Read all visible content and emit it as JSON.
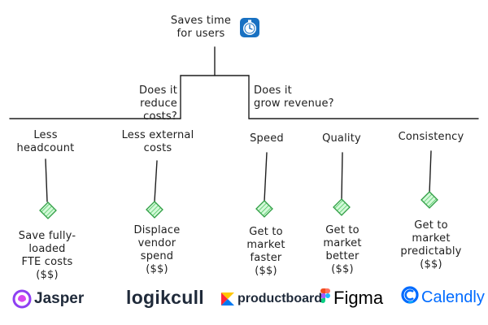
{
  "root": {
    "label": "Saves time\nfor users",
    "icon": "stopwatch-icon"
  },
  "questions": [
    {
      "label": "Does it\nreduce costs?"
    },
    {
      "label": "Does it\ngrow revenue?"
    }
  ],
  "categories": [
    {
      "label": "Less\nheadcount"
    },
    {
      "label": "Less external\ncosts"
    },
    {
      "label": "Speed"
    },
    {
      "label": "Quality"
    },
    {
      "label": "Consistency"
    }
  ],
  "outcomes": [
    {
      "label": "Save fully-\nloaded\nFTE costs\n($$)"
    },
    {
      "label": "Displace\nvendor\nspend\n($$)"
    },
    {
      "label": "Get to\nmarket\nfaster\n($$)"
    },
    {
      "label": "Get to\nmarket\nbetter\n($$)"
    },
    {
      "label": "Get to\nmarket\npredictably\n($$)"
    }
  ],
  "logos": [
    {
      "name": "Jasper",
      "icon": "jasper-logo-icon",
      "color": "#8e3ff2"
    },
    {
      "name": "logikcull",
      "icon": "logikcull-logo-icon",
      "color": "#1f2a3a"
    },
    {
      "name": "productboard",
      "icon": "productboard-logo-icon",
      "color": "#1f2a3a"
    },
    {
      "name": "Figma",
      "icon": "figma-logo-icon",
      "color": "#000000"
    },
    {
      "name": "Calendly",
      "icon": "calendly-logo-icon",
      "color": "#006bff"
    }
  ],
  "colors": {
    "ink": "#1e1e1e",
    "diamond_fill": "#b2f2bb",
    "diamond_stroke": "#2f9e44",
    "stopwatch_blue": "#1971c2"
  }
}
